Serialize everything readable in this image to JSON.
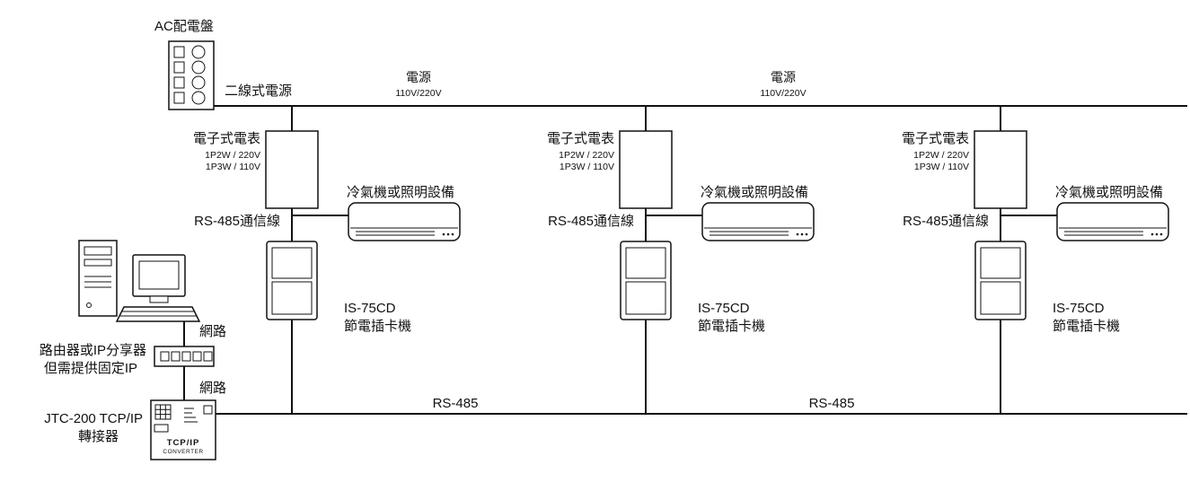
{
  "labels": {
    "ac_panel": "AC配電盤",
    "two_wire_power": "二線式電源",
    "power": "電源",
    "voltage": "110V/220V",
    "meter": "電子式電表",
    "meter_spec_1": "1P2W / 220V",
    "meter_spec_2": "1P3W / 110V",
    "rs485_comm": "RS-485通信線",
    "hvac": "冷氣機或照明設備",
    "device_model": "IS-75CD",
    "device_name": "節電插卡機",
    "rs485_bus": "RS-485",
    "network": "網路",
    "router_line1": "路由器或IP分享器",
    "router_line2": "但需提供固定IP",
    "jtc_line1": "JTC-200 TCP/IP",
    "jtc_line2": "轉接器",
    "converter_title": "TCP/IP",
    "converter_subtitle": "CONVERTER"
  },
  "colors": {
    "line": "#111111",
    "text": "#111111",
    "background": "#ffffff"
  }
}
